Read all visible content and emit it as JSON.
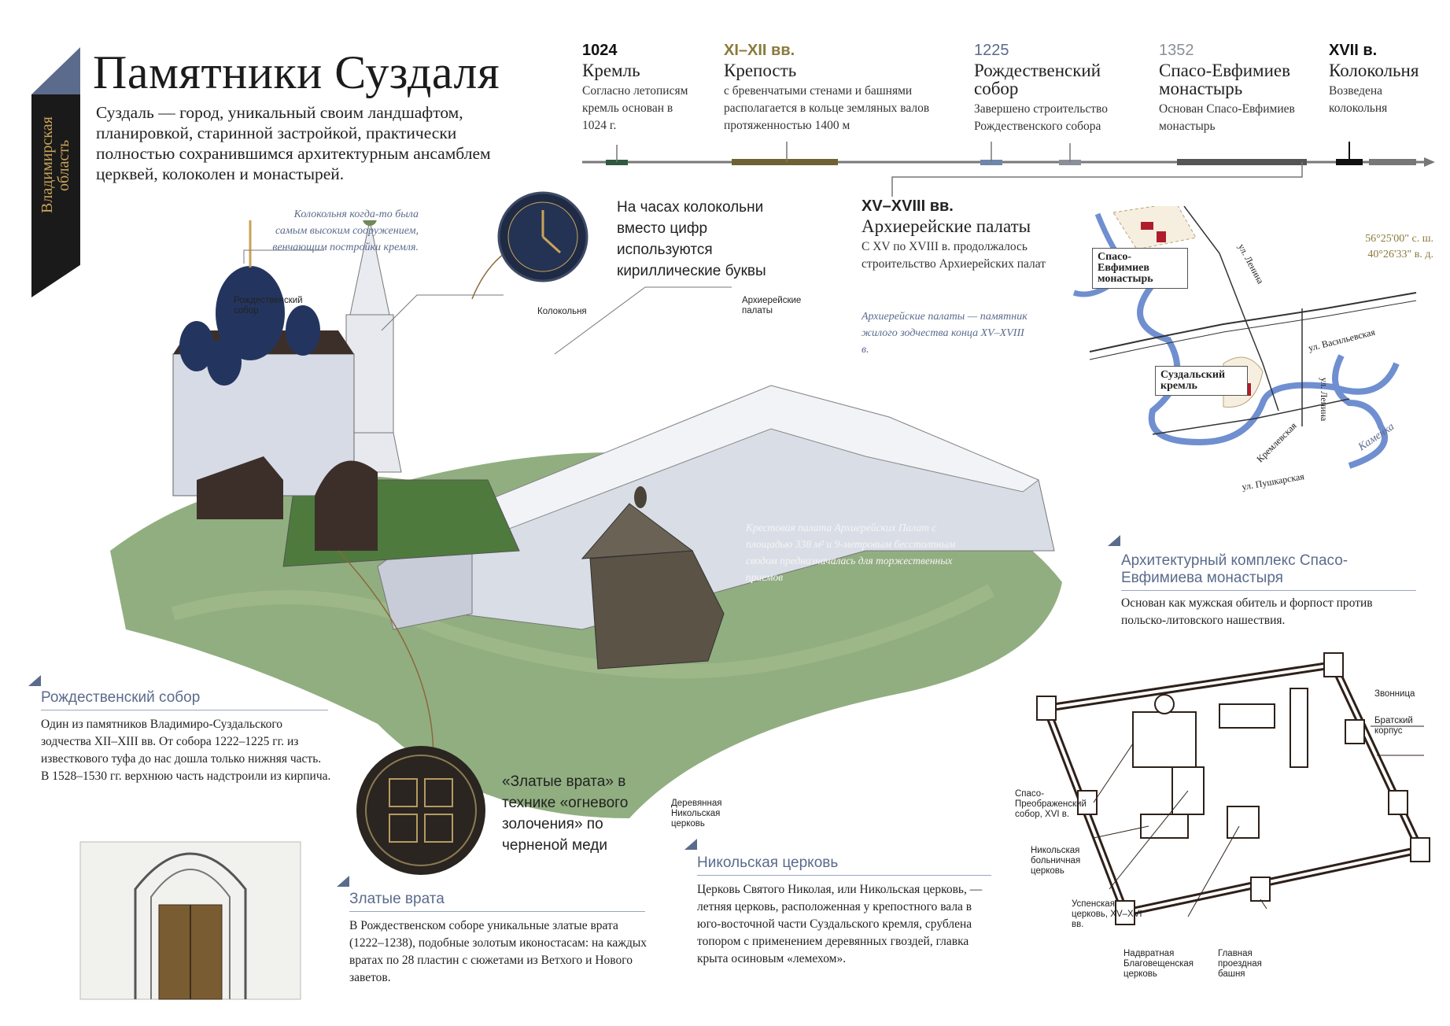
{
  "region": "Владимирская область",
  "title": "Памятники Суздаля",
  "intro": "Суздаль — город, уникальный своим ландшафтом, планировкой, старинной застройкой, практически полностью сохранившимся архитектурным ансамблем церквей, колоколен и монастырей.",
  "timeline": [
    {
      "year": "1024",
      "name": "Кремль",
      "desc": "Согласно летописям кремль основан в 1024 г.",
      "color": "#2f5a40"
    },
    {
      "year": "XI–XII вв.",
      "name": "Крепость",
      "desc": "с бревенчатыми стенами и башнями располагается в кольце земляных валов протяженностью 1400 м",
      "color": "#6f6232"
    },
    {
      "year": "1225",
      "name": "Рождественский собор",
      "desc": "Завершено строительство Рождественского собора",
      "color": "#6e86aa"
    },
    {
      "year": "1352",
      "name": "Спасо-Евфимиев монастырь",
      "desc": "Основан Спасо-Евфимиев монастырь",
      "color": "#8a8f99"
    },
    {
      "year": "XVII в.",
      "name": "Колокольня",
      "desc": "Возведена колокольня",
      "color": "#111111"
    }
  ],
  "palaces": {
    "year": "XV–XVIII вв.",
    "name": "Архиерейские палаты",
    "desc": "С XV по XVIII в. продолжалось строительство Архиерейских палат"
  },
  "palaces_note": "Архиерейские палаты — памятник жилого зодчества конца XV–XVIII в.",
  "belltower_note": "Колокольня когда-то была самым высоким сооружением, венчающим постройки кремля.",
  "clock_note": "На часах колокольни вместо цифр используются кириллические буквы",
  "gates_note": "«Златые врата» в технике «огневого золочения» по черненой меди",
  "hall_note": "Крестовая палата Архиерейских Палат с площадью 338 м² и 9-метровым бесстолпным сводом предназначалась для торжественных приемов",
  "labels": {
    "cathedral": "Рождественский собор",
    "belltower": "Колокольня",
    "palaces": "Архиерейские палаты",
    "wooden_church": "Деревянная Никольская церковь"
  },
  "map": {
    "coords": "56°25'00\" с. ш.\n40°26'33\" в. д.",
    "monastery": "Спасо-Евфимиев монастырь",
    "kremlin": "Суздальский кремль",
    "streets": [
      "ул. Ленина",
      "ул. Васильевская",
      "ул. Ленина",
      "Кремлевская",
      "ул. Пушкарская"
    ],
    "river": "Каменка"
  },
  "sections": {
    "complex": {
      "title": "Архитектурный комплекс Спасо-Евфимиева монастыря",
      "body": "Основан как мужская обитель и форпост против польско-литовского нашествия."
    },
    "cathedral": {
      "title": "Рождественский собор",
      "body": "Один из памятников Владимиро-Суздальского зодчества XII–XIII вв. От собора 1222–1225 гг. из известкового туфа до нас дошла только нижняя часть. В 1528–1530 гг. верхнюю часть надстроили из кирпича."
    },
    "gates": {
      "title": "Златые врата",
      "body": "В Рождественском соборе уникальные златые врата (1222–1238), подобные золотым иконостасам: на каждых вратах по 28 пластин с сюжетами из Ветхого и Нового заветов."
    },
    "nikolskaya": {
      "title": "Никольская церковь",
      "body": "Церковь Святого Николая, или Никольская церковь, — летняя церковь, расположенная у крепостного вала в юго-восточной части Суздальского кремля, срублена топором с применением деревянных гвоздей, главка крыта осиновым «лемехом»."
    }
  },
  "monastery_labels": {
    "bell_tower": "Звонница",
    "brothers": "Братский корпус",
    "spaso": "Спасо-Преображенский собор, XVI в.",
    "nik_hosp": "Никольская больничная церковь",
    "uspenskaya": "Успенская церковь, XV–XVI вв.",
    "blagoveshch": "Надвратная Благовещенская церковь",
    "main_tower": "Главная проездная башня"
  }
}
